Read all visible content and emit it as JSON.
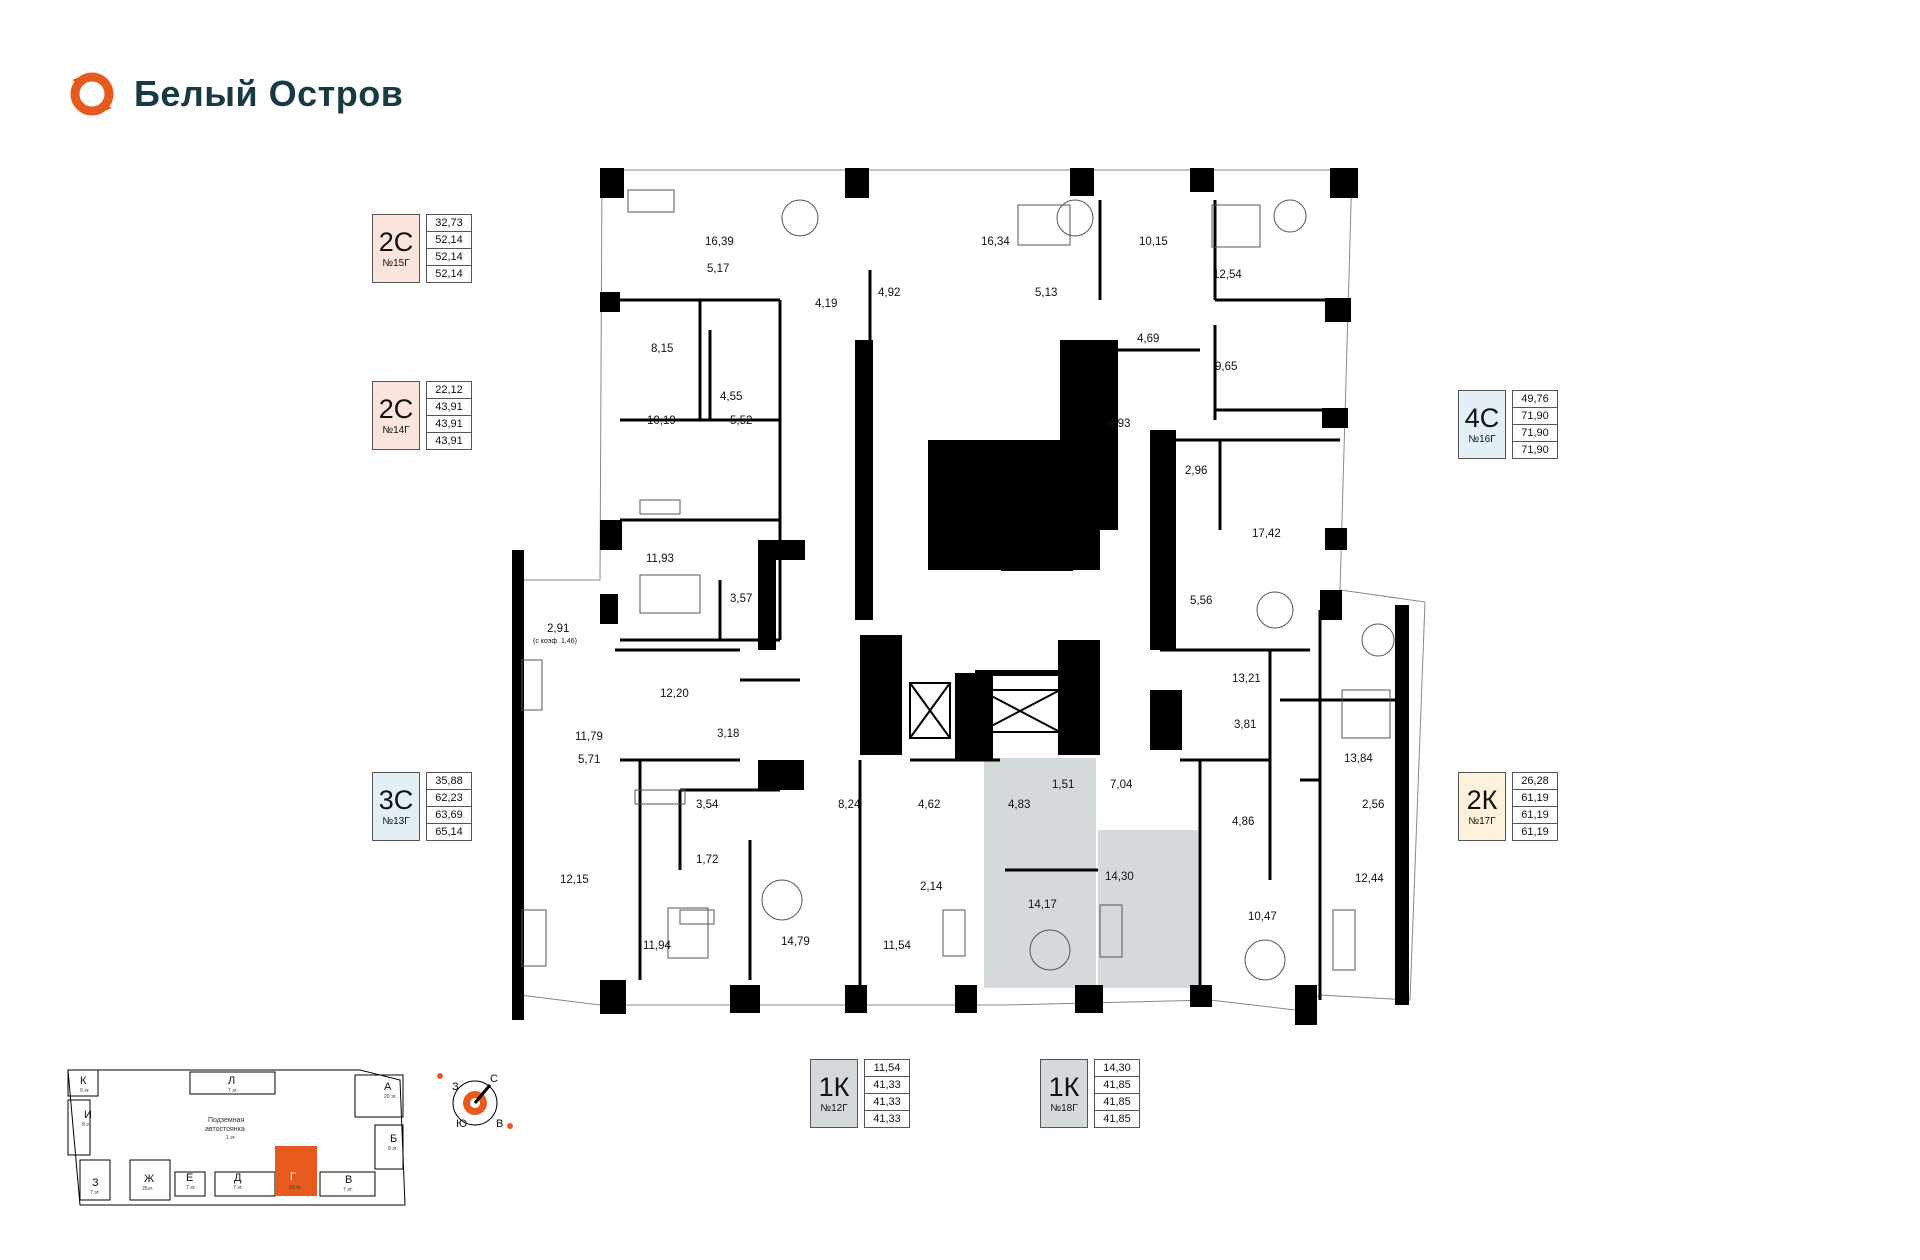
{
  "brand": {
    "name": "Белый Остров",
    "color": "#e65a1e",
    "text_color": "#173a45"
  },
  "apartments": [
    {
      "id": "a15",
      "type": "2С",
      "number": "№15Г",
      "areas": [
        "32,73",
        "52,14",
        "52,14",
        "52,14"
      ],
      "color": "pink"
    },
    {
      "id": "a14",
      "type": "2С",
      "number": "№14Г",
      "areas": [
        "22,12",
        "43,91",
        "43,91",
        "43,91"
      ],
      "color": "pink"
    },
    {
      "id": "a16",
      "type": "4С",
      "number": "№16Г",
      "areas": [
        "49,76",
        "71,90",
        "71,90",
        "71,90"
      ],
      "color": "blue"
    },
    {
      "id": "a13",
      "type": "3С",
      "number": "№13Г",
      "areas": [
        "35,88",
        "62,23",
        "63,69",
        "65,14"
      ],
      "color": "blue"
    },
    {
      "id": "a17",
      "type": "2К",
      "number": "№17Г",
      "areas": [
        "26,28",
        "61,19",
        "61,19",
        "61,19"
      ],
      "color": "yellow"
    },
    {
      "id": "a12",
      "type": "1К",
      "number": "№12Г",
      "areas": [
        "11,54",
        "41,33",
        "41,33",
        "41,33"
      ],
      "color": "grey"
    },
    {
      "id": "a18",
      "type": "1К",
      "number": "№18Г",
      "areas": [
        "14,30",
        "41,85",
        "41,85",
        "41,85"
      ],
      "color": "grey"
    }
  ],
  "rooms": [
    "16,39",
    "16,34",
    "10,15",
    "12,54",
    "5,17",
    "4,19",
    "4,92",
    "5,13",
    "4,69",
    "8,15",
    "9,65",
    "4,55",
    "8,93",
    "10,19",
    "5,52",
    "2,96",
    "17,42",
    "11,93",
    "3,57",
    "5,56",
    "2,91",
    "(с коэф. 1,46)",
    "12,20",
    "13,21",
    "3,18",
    "3,81",
    "11,79",
    "13,84",
    "5,71",
    "3,54",
    "8,24",
    "4,62",
    "4,83",
    "1,51",
    "7,04",
    "4,86",
    "2,56",
    "1,72",
    "2,14",
    "14,17",
    "14,30",
    "12,15",
    "12,44",
    "10,47",
    "11,94",
    "14,79",
    "11,54"
  ],
  "minimap": {
    "sections": [
      "К",
      "Л",
      "А",
      "И",
      "Б",
      "З",
      "Ж",
      "Е",
      "Д",
      "Г",
      "В"
    ],
    "floors": {
      "К": "9 эт.",
      "Л": "7 эт.",
      "А": "20 эт.",
      "И": "8 эт.",
      "Б": "9 эт.",
      "З": "7 эт.",
      "Ж": "25эт.",
      "Е": "7 эт.",
      "Д": "7 эт.",
      "Г": "20 эт.",
      "В": "7 эт."
    },
    "parking_title": "Подземная",
    "parking_title2": "автостоянка",
    "parking_floor": "1 эт.",
    "active": "Г",
    "active_color": "#e65a1e"
  },
  "compass": {
    "n": "С",
    "s": "Ю",
    "e": "В",
    "w": "З"
  }
}
